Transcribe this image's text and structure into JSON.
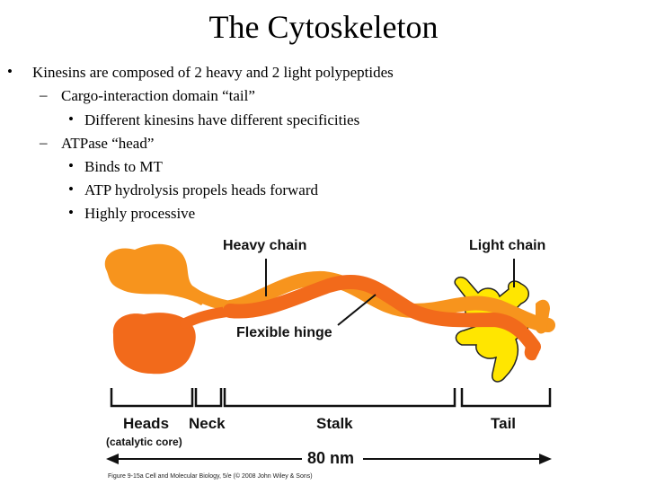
{
  "slide": {
    "title": "The Cytoskeleton",
    "bullets": [
      {
        "level": 1,
        "marker": "•",
        "text": "Kinesins are composed of 2 heavy and 2 light polypeptides"
      },
      {
        "level": 2,
        "marker": "–",
        "text": "Cargo-interaction domain “tail”"
      },
      {
        "level": 3,
        "marker": "•",
        "text": "Different kinesins have different specificities"
      },
      {
        "level": 2,
        "marker": "–",
        "text": "ATPase “head”"
      },
      {
        "level": 3,
        "marker": "•",
        "text": "Binds to MT"
      },
      {
        "level": 3,
        "marker": "•",
        "text": "ATP hydrolysis propels heads forward"
      },
      {
        "level": 3,
        "marker": "•",
        "text": "Highly processive"
      }
    ]
  },
  "figure": {
    "labels": {
      "heavy_chain": "Heavy chain",
      "light_chain": "Light chain",
      "flexible_hinge": "Flexible hinge",
      "heads": "Heads",
      "catalytic_core": "(catalytic core)",
      "neck": "Neck",
      "stalk": "Stalk",
      "tail": "Tail",
      "length": "80 nm"
    },
    "colors": {
      "heavy_chain_dark": "#f26a1b",
      "heavy_chain_light": "#f7941d",
      "light_chain": "#ffe600"
    },
    "caption": "Figure 9-15a  Cell and Molecular Biology, 5/e (© 2008 John Wiley & Sons)"
  }
}
